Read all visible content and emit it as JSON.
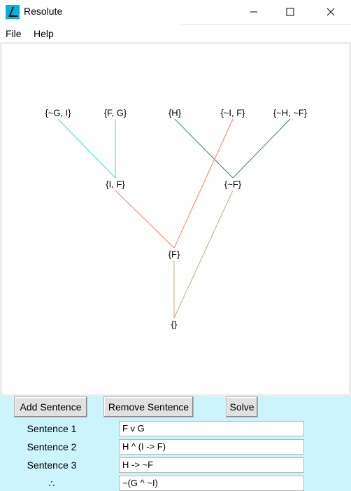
{
  "window": {
    "title": "Resolute",
    "accent": "#00b4d8"
  },
  "menu": {
    "items": [
      "File",
      "Help"
    ]
  },
  "tree": {
    "nodes": [
      {
        "id": "n1",
        "label": "{~G, I}"
      },
      {
        "id": "n2",
        "label": "{F, G}"
      },
      {
        "id": "n3",
        "label": "{H}"
      },
      {
        "id": "n4",
        "label": "{~I, F}"
      },
      {
        "id": "n5",
        "label": "{~H, ~F}"
      },
      {
        "id": "n6",
        "label": "{I, F}"
      },
      {
        "id": "n7",
        "label": "{~F}"
      },
      {
        "id": "n8",
        "label": "{F}"
      },
      {
        "id": "n9",
        "label": "{}"
      }
    ],
    "edges": [
      {
        "from": "n1",
        "to": "n6",
        "color": "#40e0d0"
      },
      {
        "from": "n2",
        "to": "n6",
        "color": "#40e0d0"
      },
      {
        "from": "n3",
        "to": "n7",
        "color": "#2e8b57"
      },
      {
        "from": "n5",
        "to": "n7",
        "color": "#2e8b57"
      },
      {
        "from": "n6",
        "to": "n8",
        "color": "#fa8060"
      },
      {
        "from": "n4",
        "to": "n8",
        "color": "#fa8060"
      },
      {
        "from": "n8",
        "to": "n9",
        "color": "#c8a878"
      },
      {
        "from": "n7",
        "to": "n9",
        "color": "#c8a878"
      }
    ]
  },
  "panel": {
    "background": "#ccf4fb",
    "add_label": "Add Sentence",
    "remove_label": "Remove Sentence",
    "solve_label": "Solve",
    "sentences": [
      {
        "label": "Sentence 1",
        "value": "F v G"
      },
      {
        "label": "Sentence 2",
        "value": "H ^ (I -> F)"
      },
      {
        "label": "Sentence 3",
        "value": "H -> ~F"
      }
    ],
    "conclusion": {
      "label": "∴",
      "value": "~(G ^ ~I)"
    }
  }
}
